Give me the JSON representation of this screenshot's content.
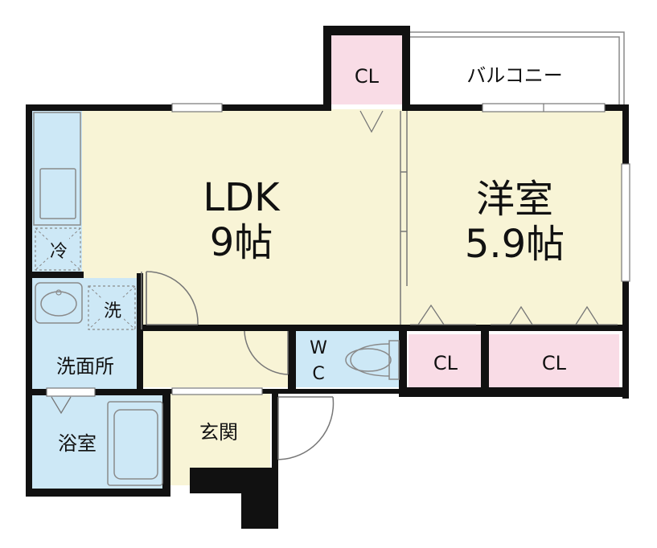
{
  "colors": {
    "living": "#f8f4d6",
    "water": "#cde8f6",
    "closet": "#f9dce6",
    "wall": "#111111",
    "outline": "#8a8a8a"
  },
  "rooms": {
    "ldk": {
      "name": "LDK",
      "size": "9帖"
    },
    "western": {
      "name": "洋室",
      "size": "5.9帖"
    },
    "balcony": "バルコニー",
    "closet_top": "CL",
    "closet_mid": "CL",
    "closet_right": "CL",
    "refrigerator": "冷",
    "washer": "洗",
    "washroom": "洗面所",
    "bathroom": "浴室",
    "entrance": "玄関",
    "wc_top": "W",
    "wc_bottom": "C"
  }
}
